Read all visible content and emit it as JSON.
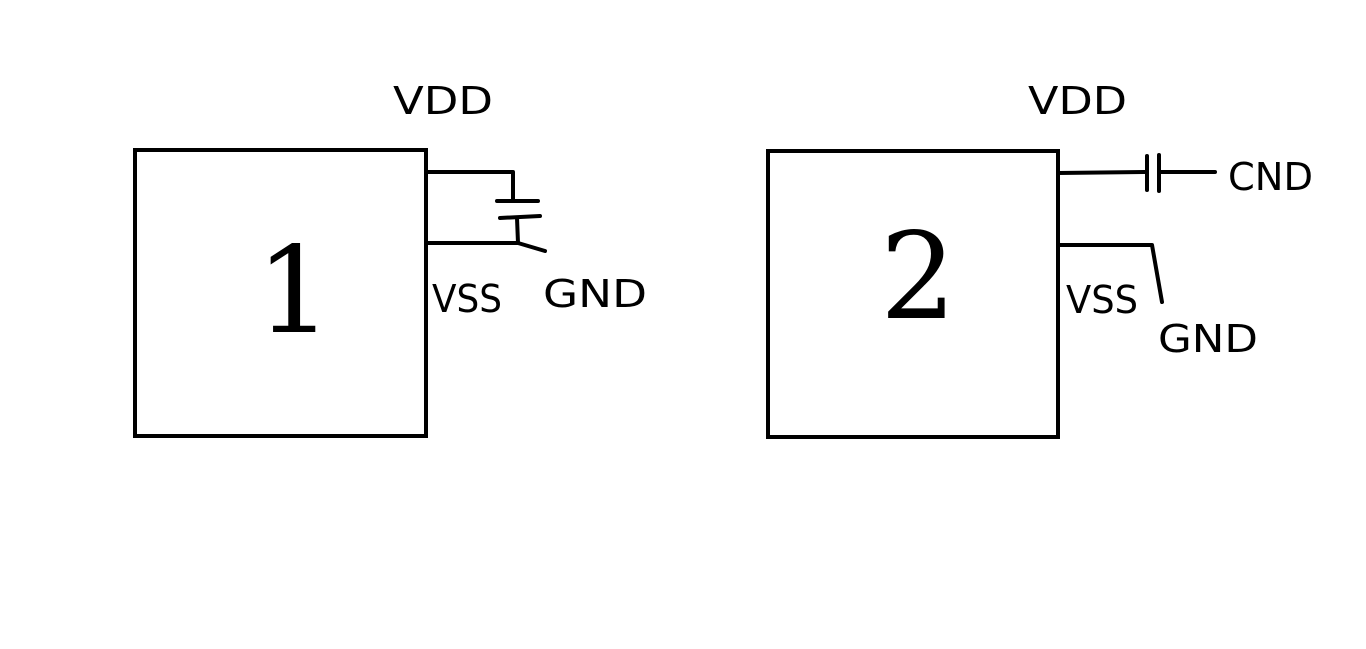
{
  "diagram": {
    "chip_1": {
      "number": "1",
      "vdd_label": "VDD",
      "vss_label": "VSS",
      "gnd_label": "GND"
    },
    "chip_2": {
      "number": "2",
      "vdd_label": "VDD",
      "vss_label": "VSS",
      "gnd_cap_label": "CND",
      "gnd_label": "GND"
    },
    "ink_color": "#000000",
    "background_color": "#ffffff"
  }
}
